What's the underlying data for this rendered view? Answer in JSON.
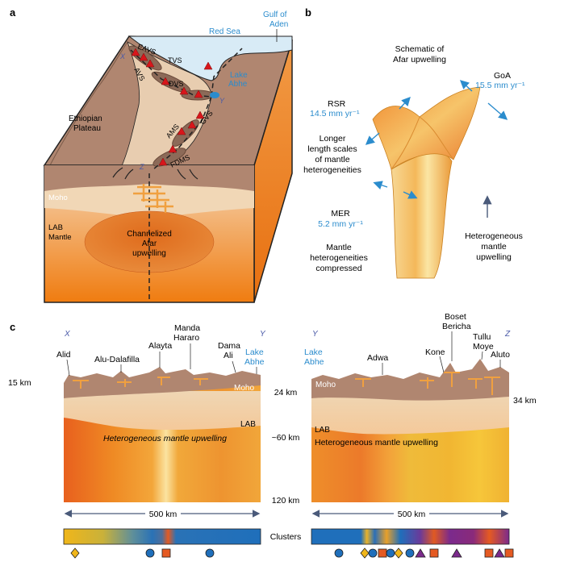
{
  "panels": {
    "a": "a",
    "b": "b",
    "c": "c"
  },
  "panel_a": {
    "red_sea": "Red Sea",
    "gulf_line1": "Gulf of",
    "gulf_line2": "Aden",
    "lake_line1": "Lake",
    "lake_line2": "Abhe",
    "eavs": "EAVS",
    "avs": "AVS",
    "tvs": "TVS",
    "dvs": "DVS",
    "gvs": "GVS",
    "ams": "AMS",
    "fdms": "FDMS",
    "ethiopian_line1": "Ethiopian",
    "ethiopian_line2": "Plateau",
    "x": "X",
    "y": "Y",
    "z": "Z",
    "moho": "Moho",
    "lab": "LAB",
    "mantle": "Mantle",
    "upwelling_line1": "Channelized",
    "upwelling_line2": "Afar",
    "upwelling_line3": "upwelling"
  },
  "panel_b": {
    "title_line1": "Schematic of",
    "title_line2": "Afar upwelling",
    "goa": "GoA",
    "goa_rate": "15.5 mm yr⁻¹",
    "rsr": "RSR",
    "rsr_rate": "14.5 mm yr⁻¹",
    "longer_line1": "Longer",
    "longer_line2": "length scales",
    "longer_line3": "of mantle",
    "longer_line4": "heterogeneities",
    "mer": "MER",
    "mer_rate": "5.2 mm yr⁻¹",
    "compressed_line1": "Mantle",
    "compressed_line2": "heterogeneities",
    "compressed_line3": "compressed",
    "hetero_line1": "Heterogeneous",
    "hetero_line2": "mantle",
    "hetero_line3": "upwelling"
  },
  "panel_c": {
    "left": {
      "x_end": "X",
      "y_end": "Y",
      "alid": "Alid",
      "alu": "Alu-Dalafilla",
      "alayta": "Alayta",
      "manda_line1": "Manda",
      "manda_line2": "Hararo",
      "dama_line1": "Dama",
      "dama_line2": "Ali",
      "lake_line1": "Lake",
      "lake_line2": "Abhe",
      "moho_depth": "15 km",
      "moho": "Moho",
      "lab": "LAB",
      "upwelling": "Heterogeneous mantle upwelling",
      "scale": "500 km"
    },
    "right": {
      "y_end": "Y",
      "z_end": "Z",
      "lake_line1": "Lake",
      "lake_line2": "Abhe",
      "adwa": "Adwa",
      "kone": "Kone",
      "boset_line1": "Boset",
      "boset_line2": "Bericha",
      "tullu_line1": "Tullu",
      "tullu_line2": "Moye",
      "aluto": "Aluto",
      "moho": "Moho",
      "moho_depth": "34 km",
      "lab": "LAB",
      "upwelling": "Heterogeneous mantle upwelling",
      "scale": "500 km"
    },
    "depth_24": "24 km",
    "depth_60": "~60 km",
    "depth_120": "120 km",
    "clusters": "Clusters"
  },
  "colors": {
    "water": "#d8ebf6",
    "rift": "#e8cdb0",
    "plateau": "#b08670",
    "crust": "#e6c8a6",
    "mantle": "#ef8a1e",
    "label_blue": "#2b8ccd",
    "cluster_blue": "#1c6fb8",
    "cluster_purple": "#7b2a8c"
  }
}
